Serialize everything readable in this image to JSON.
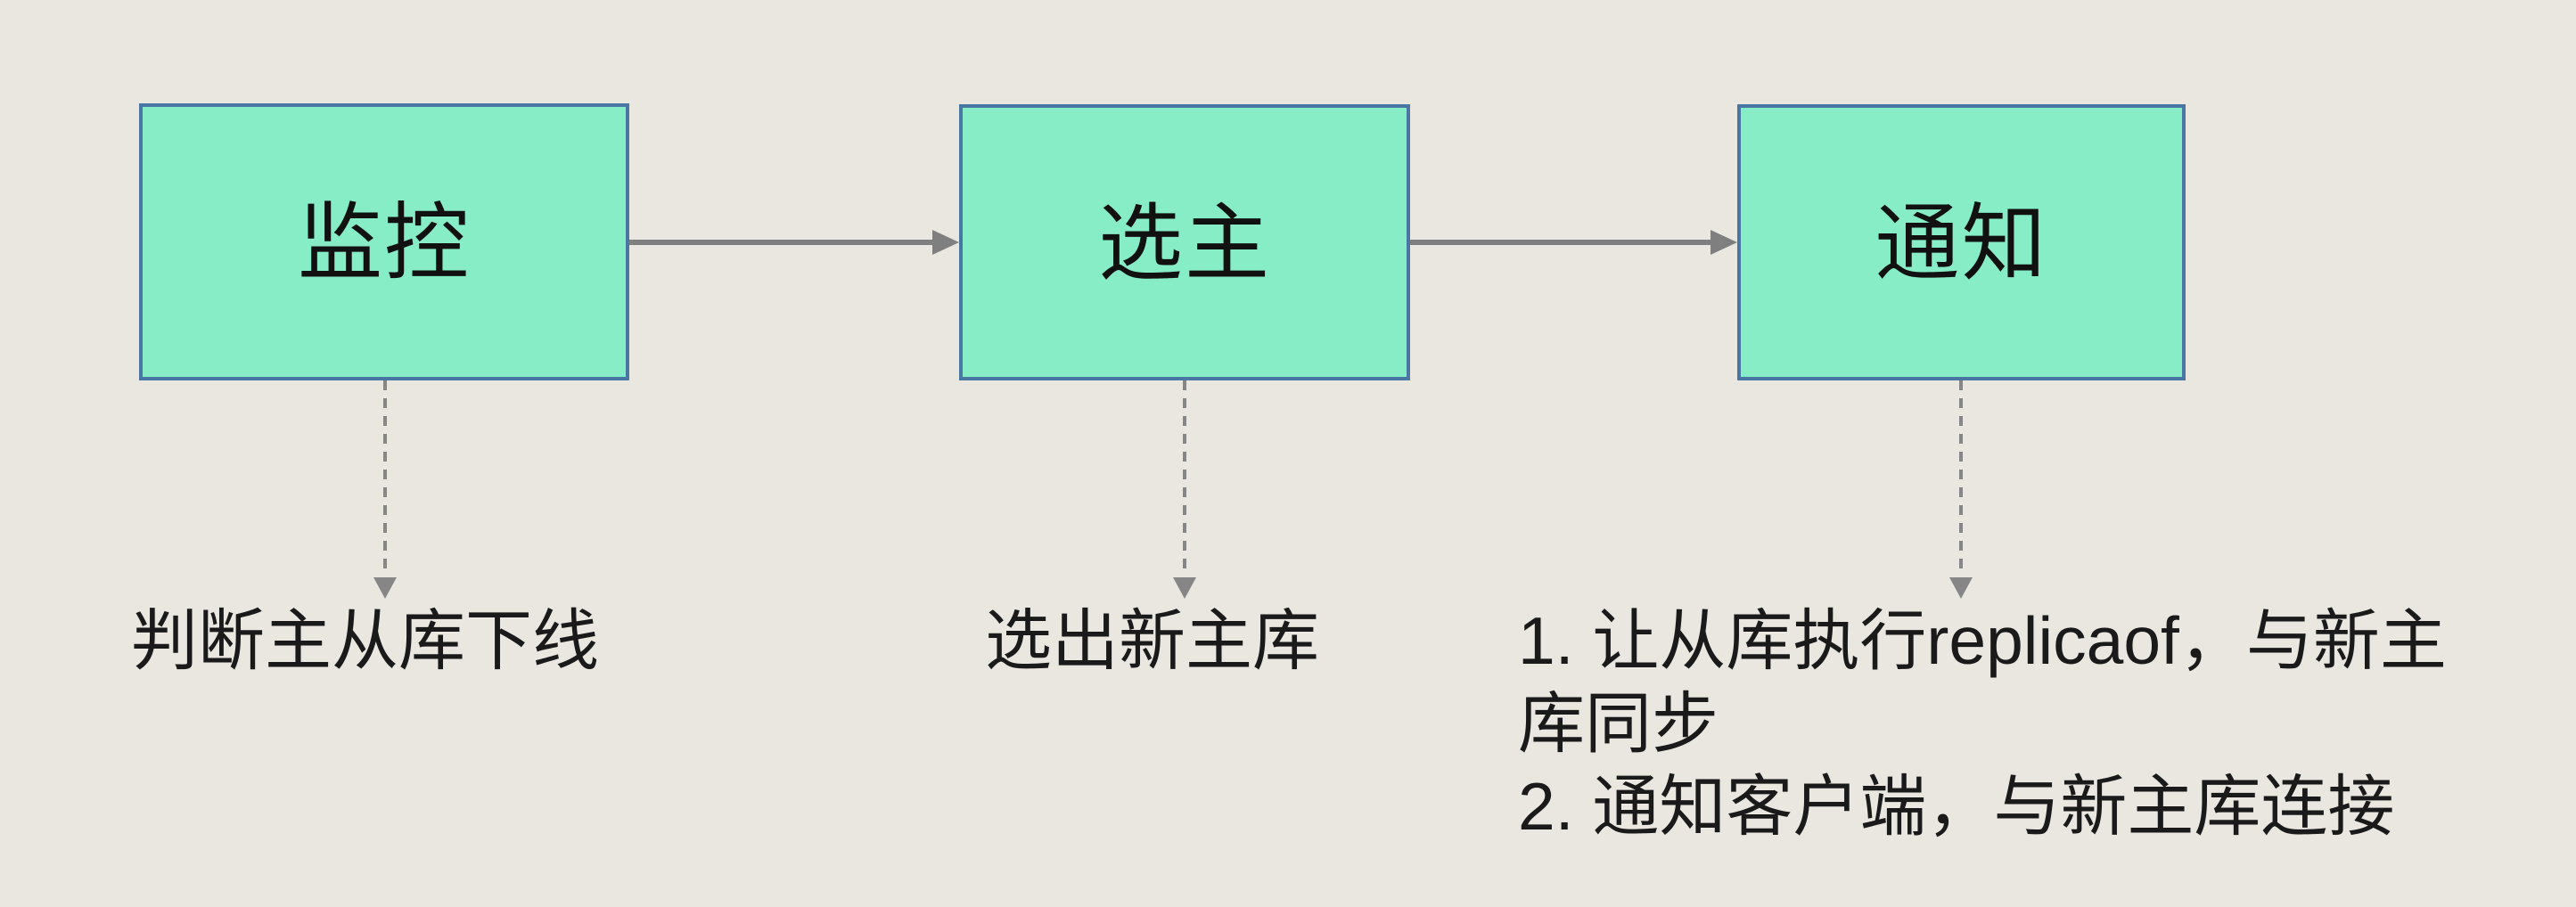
{
  "canvas": {
    "background_color": "#e9e7df"
  },
  "colors": {
    "box_fill": "#87edc7",
    "box_border": "#4a76a3",
    "solid_arrow": "#7f7f7f",
    "dashed_arrow": "#868686",
    "text": "#1a1a1a"
  },
  "boxes": [
    {
      "label": "监控"
    },
    {
      "label": "选主"
    },
    {
      "label": "通知"
    }
  ],
  "notes": [
    {
      "lines": [
        "判断主从库下线"
      ]
    },
    {
      "lines": [
        "选出新主库"
      ]
    },
    {
      "lines": [
        "1. 让从库执行replicaof，与新主",
        "库同步",
        "2. 通知客户端，与新主库连接"
      ]
    }
  ]
}
